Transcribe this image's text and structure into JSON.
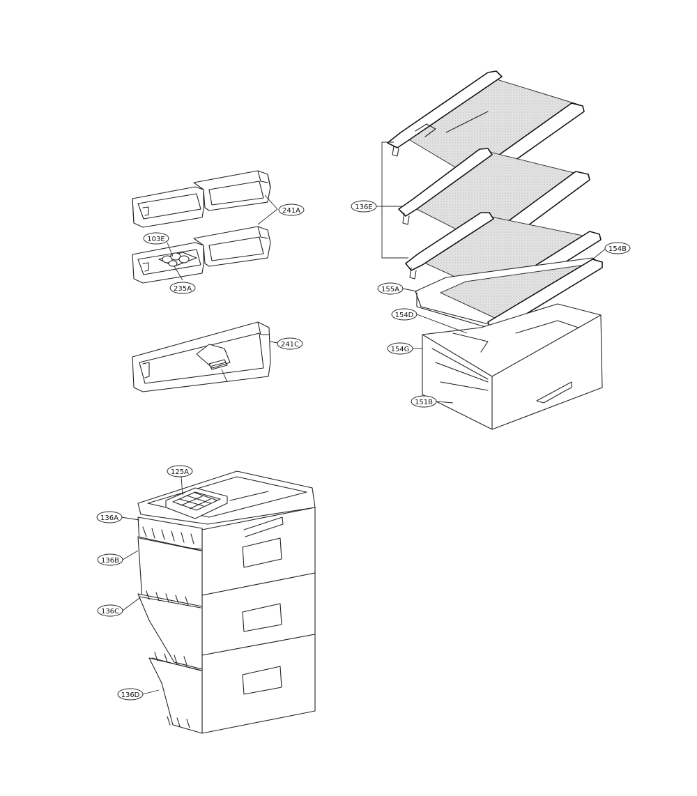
{
  "labels": {
    "l241A": "241A",
    "l103E": "103E",
    "l235A": "235A",
    "l241C": "241C",
    "l136E": "136E",
    "l154B": "154B",
    "l155A": "155A",
    "l154D": "154D",
    "l154G": "154G",
    "l151B": "151B",
    "l125A": "125A",
    "l136A": "136A",
    "l136B": "136B",
    "l136C": "136C",
    "l136D": "136D"
  },
  "colors": {
    "line": "#222222",
    "glass": "#dcdcdc",
    "background": "#ffffff"
  }
}
